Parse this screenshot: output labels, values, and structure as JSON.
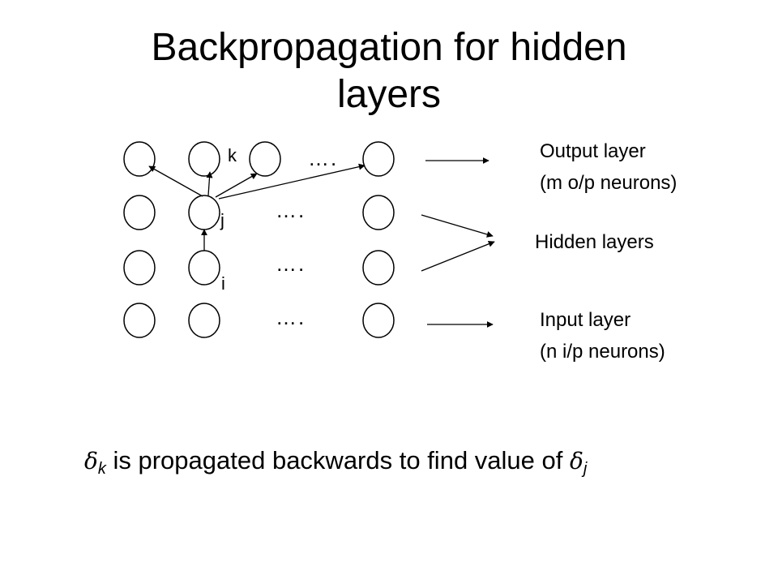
{
  "title": {
    "line1": "Backpropagation for hidden",
    "line2": "layers"
  },
  "neuron_labels": {
    "k": "k",
    "j": "j",
    "i": "i"
  },
  "ellipsis": "….",
  "layer_labels": {
    "output_title": "Output layer",
    "output_detail": "(m o/p neurons)",
    "hidden": "Hidden layers",
    "input_title": "Input layer",
    "input_detail": "(n i/p neurons)"
  },
  "caption": {
    "delta_symbol": "δ",
    "sub_k": "k",
    "middle": " is propagated backwards to find value of ",
    "sub_j": "j"
  }
}
